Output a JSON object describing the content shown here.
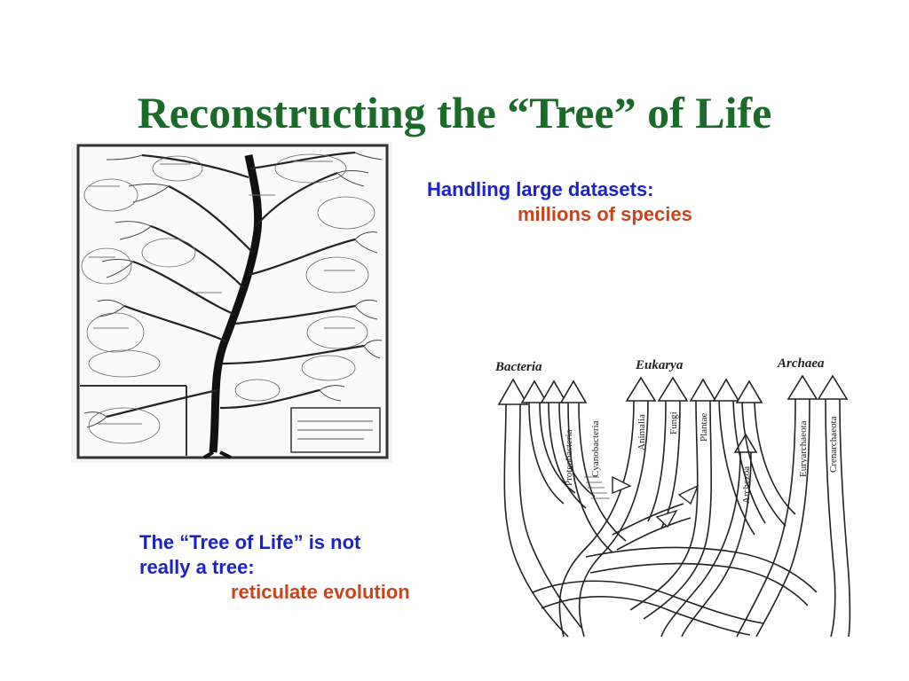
{
  "slide": {
    "title": "Reconstructing the “Tree” of Life",
    "block1": {
      "line1": "Handling large datasets:",
      "line2": "millions of species"
    },
    "block2": {
      "line1": "The “Tree of Life” is not",
      "line2": "really a tree:",
      "line3": "reticulate evolution"
    },
    "network_figure": {
      "domains": [
        "Bacteria",
        "Eukarya",
        "Archaea"
      ],
      "branch_labels": [
        "Proteobacteria",
        "Cyanobacteria",
        "Animalia",
        "Fungi",
        "Plantae",
        "Archezoa",
        "Euryarchaeota",
        "Crenarchaeota"
      ]
    }
  },
  "colors": {
    "title": "#1a6b2a",
    "blue_text": "#1c22c8",
    "red_text": "#c8441c"
  }
}
